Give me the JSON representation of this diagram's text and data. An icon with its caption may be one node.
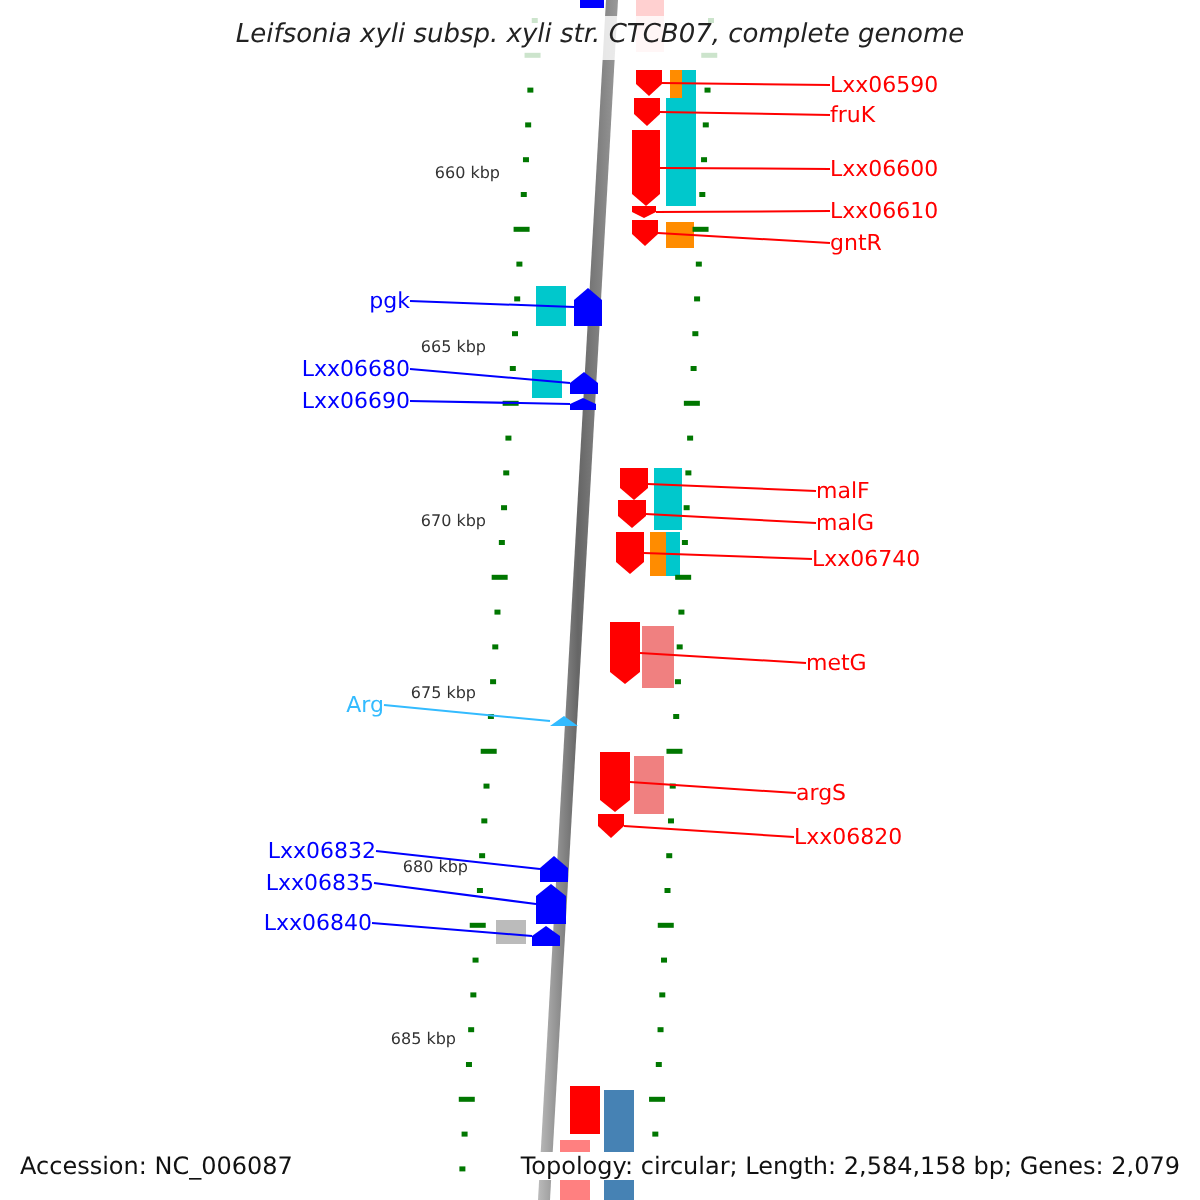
{
  "diagram": {
    "title": "Leifsonia xyli subsp. xyli str. CTCB07, complete genome",
    "nodes": [
      {
        "text": [
          "Lxx06590"
        ]
      },
      {
        "text": [],
        "shape": "arrow"
      },
      {
        "text": [
          "fruK"
        ]
      },
      {
        "text": [],
        "shape": "arrow"
      },
      {
        "text": [
          "Lxx06600"
        ]
      },
      {
        "text": [],
        "shape": "arrow"
      },
      {
        "text": [
          "Lxx06610"
        ]
      },
      {
        "text": [],
        "shape": "arrow"
      },
      {
        "text": [
          "gntR"
        ]
      },
      {
        "text": [],
        "shape": "arrow"
      },
      {
        "text": [
          "pgk"
        ]
      },
      {
        "text": [],
        "shape": "arrow"
      },
      {
        "text": [
          "Lxx06680"
        ]
      },
      {
        "text": [],
        "shape": "arrow"
      },
      {
        "text": [
          "Lxx06690"
        ]
      },
      {
        "text": [],
        "shape": "arrow"
      },
      {
        "text": [
          "malF"
        ]
      },
      {
        "text": [],
        "shape": "arrow"
      },
      {
        "text": [
          "malG"
        ]
      },
      {
        "text": [],
        "shape": "arrow"
      },
      {
        "text": [
          "Lxx06740"
        ]
      },
      {
        "text": [],
        "shape": "arrow"
      },
      {
        "text": [
          "metG"
        ]
      },
      {
        "text": [],
        "shape": "arrow"
      },
      {
        "text": [
          "Arg"
        ]
      },
      {
        "text": [],
        "shape": "triangle"
      },
      {
        "text": [
          "argS"
        ]
      },
      {
        "text": [],
        "shape": "arrow"
      },
      {
        "text": [
          "Lxx06820"
        ]
      },
      {
        "text": [],
        "shape": "arrow"
      },
      {
        "text": [
          "Lxx06832"
        ]
      },
      {
        "text": [],
        "shape": "arrow"
      },
      {
        "text": [
          "Lxx06835"
        ]
      },
      {
        "text": [],
        "shape": "arrow"
      },
      {
        "text": [
          "Lxx06840"
        ]
      },
      {
        "text": [],
        "shape": "arrow"
      }
    ],
    "edges": [
      {
        "from": 0,
        "to": 1,
        "arrow": "none"
      },
      {
        "from": 2,
        "to": 3,
        "arrow": "none"
      },
      {
        "from": 4,
        "to": 5,
        "arrow": "none"
      },
      {
        "from": 6,
        "to": 7,
        "arrow": "none"
      },
      {
        "from": 8,
        "to": 9,
        "arrow": "none"
      },
      {
        "from": 10,
        "to": 11,
        "arrow": "none",
        "color": "#0000ff"
      },
      {
        "from": 12,
        "to": 13,
        "arrow": "none",
        "color": "#0000ff"
      },
      {
        "from": 14,
        "to": 15,
        "arrow": "none",
        "color": "#0000ff"
      },
      {
        "from": 16,
        "to": 17,
        "arrow": "none"
      },
      {
        "from": 18,
        "to": 19,
        "arrow": "none"
      },
      {
        "from": 20,
        "to": 21,
        "arrow": "none"
      },
      {
        "from": 22,
        "to": 23,
        "arrow": "none"
      },
      {
        "from": 24,
        "to": 25,
        "arrow": "none",
        "color": "#33bbff"
      },
      {
        "from": 26,
        "to": 27,
        "arrow": "none"
      },
      {
        "from": 28,
        "to": 29,
        "arrow": "none"
      },
      {
        "from": 30,
        "to": 31,
        "arrow": "none",
        "color": "#0000ff"
      },
      {
        "from": 32,
        "to": 33,
        "arrow": "none",
        "color": "#0000ff"
      },
      {
        "from": 34,
        "to": 35,
        "arrow": "none",
        "color": "#0000ff"
      }
    ],
    "labels": [
      "660 kbp",
      "665 kbp",
      "670 kbp",
      "675 kbp",
      "680 kbp",
      "685 kbp",
      "Accession: NC_006087",
      "Topology: circular; Length: 2,584,158 bp; Genes: 2,079"
    ]
  }
}
